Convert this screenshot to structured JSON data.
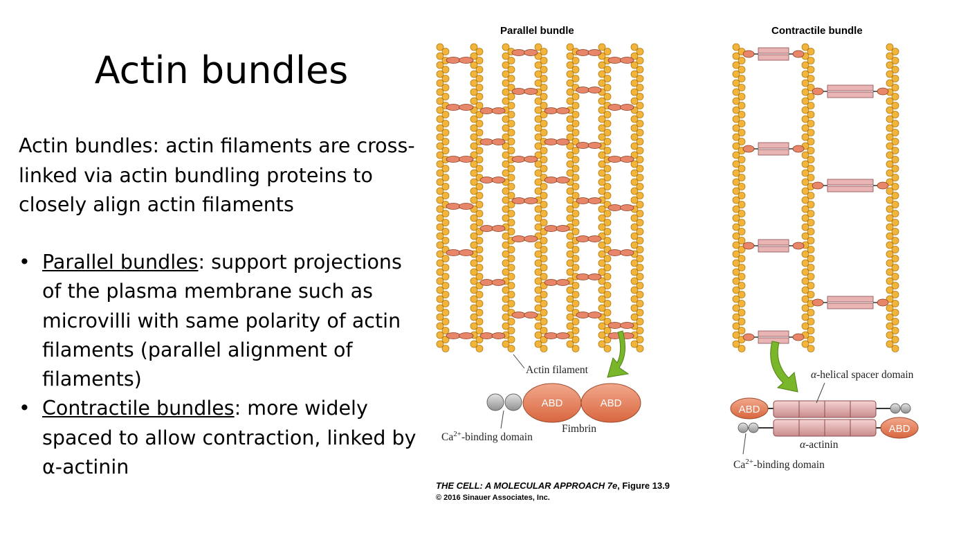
{
  "slide": {
    "title": "Actin bundles",
    "intro": "Actin bundles: actin filaments are cross-linked via actin bundling proteins to closely align actin filaments",
    "bullets": [
      {
        "term": "Parallel bundles",
        "text": ": support projections of the plasma membrane such as microvilli with same polarity of actin filaments (parallel alignment of filaments)"
      },
      {
        "term": "Contractile bundles",
        "text": ": more widely spaced to allow contraction, linked by α-actinin"
      }
    ]
  },
  "figure": {
    "parallel_title": "Parallel bundle",
    "contractile_title": "Contractile bundle",
    "labels": {
      "actin_filament": "Actin filament",
      "abd": "ABD",
      "fimbrin": "Fimbrin",
      "ca_binding_prefix": "Ca",
      "ca_binding_sup": "2+",
      "ca_binding_suffix": "-binding domain",
      "alpha": "α",
      "helical_spacer_suffix": "-helical spacer domain",
      "alpha_actinin_suffix": "-actinin"
    },
    "colors": {
      "actin": "#f2b43a",
      "actin_stroke": "#b07a10",
      "fimbrin": "#e8866a",
      "alpha_actinin": "#e8b4b4",
      "arrow": "#7ab62a",
      "ca_domain": "#b8b8b8"
    }
  },
  "credit": {
    "book": "THE CELL: A MOLECULAR APPROACH 7e",
    "figure": ", Figure 13.9",
    "copyright": "© 2016 Sinauer Associates, Inc."
  }
}
